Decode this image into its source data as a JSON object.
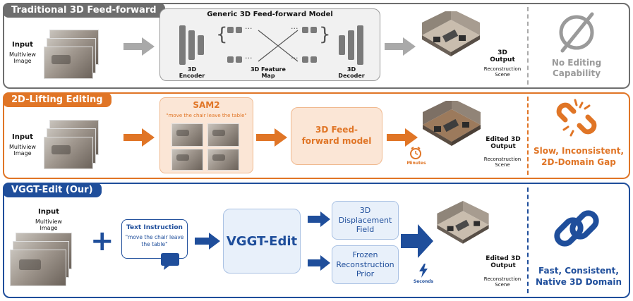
{
  "colors": {
    "gray": "#6e6e6e",
    "orange": "#e07526",
    "blue": "#1f4e9b",
    "light_orange": "#fbe6d6",
    "light_blue": "#e8f0fa"
  },
  "row1": {
    "tag": "Traditional 3D Feed-forward",
    "input_title": "Input",
    "input_sub": "Multiview Image",
    "model_title": "Generic 3D Feed-forward Model",
    "encoder": "3D Encoder",
    "feature_map": "3D Feature Map",
    "decoder": "3D Decoder",
    "output_title": "3D Output",
    "output_sub": "Reconstruction Scene",
    "verdict": "No Editing Capability"
  },
  "row2": {
    "tag": "2D-Lifting Editing",
    "input_title": "Input",
    "input_sub": "Multiview Image",
    "sam_title": "SAM2",
    "sam_prompt": "\"move the chair leave the table\"",
    "ff_model": "3D Feed-forward model",
    "time_label": "Minutes",
    "output_title": "Edited 3D Output",
    "output_sub": "Reconstruction Scene",
    "verdict": "Slow, Inconsistent, 2D-Domain Gap"
  },
  "row3": {
    "tag": "VGGT-Edit (Our)",
    "input_title": "Input",
    "input_sub": "Multiview Image",
    "plus": "+",
    "text_instruction_title": "Text Instruction",
    "text_instruction_body": "\"move the chair leave the table\"",
    "model": "VGGT-Edit",
    "box1": "3D Displacement Field",
    "box2": "Frozen Reconstruction Prior",
    "time_label": "Seconds",
    "output_title": "Edited 3D Output",
    "output_sub": "Reconstruction Scene",
    "verdict": "Fast, Consistent, Native 3D Domain"
  },
  "icons": {
    "no_edit": "empty-set-icon",
    "broken": "broken-link-icon",
    "link": "link-icon",
    "clock": "clock-icon",
    "lightning": "lightning-icon"
  }
}
